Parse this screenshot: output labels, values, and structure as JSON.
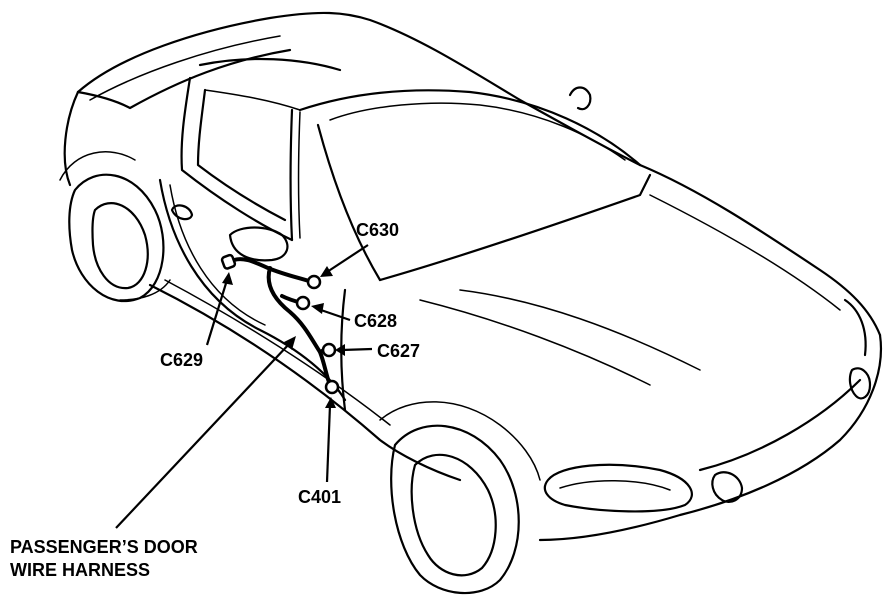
{
  "labels": {
    "c630": "C630",
    "c628": "C628",
    "c627": "C627",
    "c629": "C629",
    "c401": "C401",
    "harness_line1": "PASSENGER’S DOOR",
    "harness_line2": "WIRE HARNESS"
  },
  "colors": {
    "line": "#000000",
    "background": "#ffffff"
  }
}
